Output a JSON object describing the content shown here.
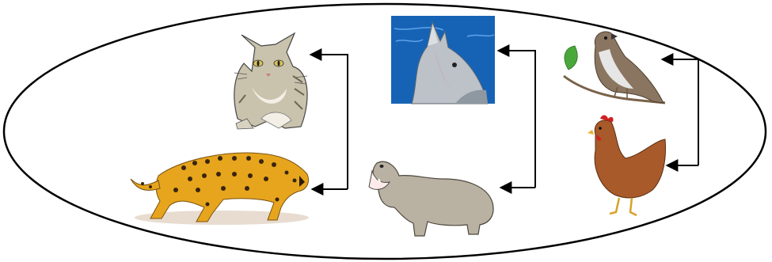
{
  "diagram": {
    "groups": [
      {
        "id": "felines",
        "top": "cat-icon",
        "bottom": "leopard-icon"
      },
      {
        "id": "mammals",
        "top": "dolphin-icon",
        "bottom": "hippo-icon"
      },
      {
        "id": "birds",
        "top": "sparrow-icon",
        "bottom": "hen-icon"
      }
    ],
    "colors": {
      "outline": "#000000",
      "ocean": "#1663b6",
      "dolphin": "#bcc2c7",
      "cat_fur": "#c9c3ad",
      "leopard": "#e6a51d",
      "hippo": "#b9b1a2",
      "sparrow": "#8a7560",
      "hen": "#a85a2a",
      "leaf": "#4aa83a"
    }
  }
}
